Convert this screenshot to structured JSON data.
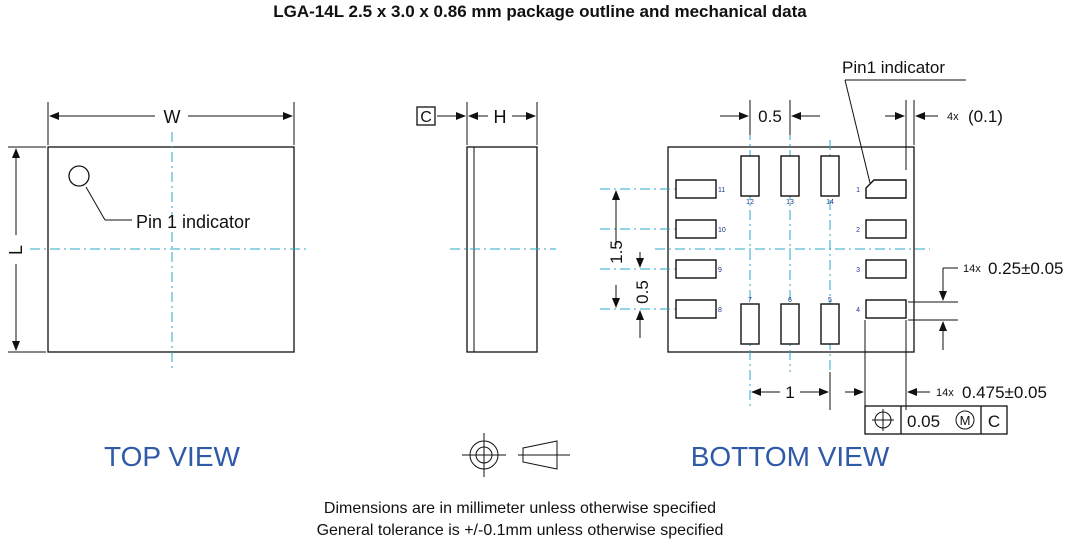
{
  "title": "LGA-14L 2.5 x 3.0 x 0.86 mm package outline and mechanical data",
  "top_view": {
    "label": "TOP VIEW",
    "dim_w": "W",
    "dim_l": "L",
    "pin1_label": "Pin 1 indicator"
  },
  "side_view": {
    "datum": "C",
    "dim_h": "H"
  },
  "bottom_view": {
    "label": "BOTTOM VIEW",
    "pin1_label": "Pin1 indicator",
    "dim_pitch": "0.5",
    "dim_corner_prefix": "4x",
    "dim_corner": "(0.1)",
    "dim_vert_span": "1.5",
    "dim_vert_pitch": "0.5",
    "dim_horiz_span": "1",
    "dim_pad_width_prefix": "14x",
    "dim_pad_width": "0.25±0.05",
    "dim_pad_length_prefix": "14x",
    "dim_pad_length": "0.475±0.05",
    "tolerance_value": "0.05",
    "tolerance_modifier": "M",
    "tolerance_datum": "C",
    "pin_numbers": [
      "1",
      "2",
      "3",
      "4",
      "5",
      "6",
      "7",
      "8",
      "9",
      "10",
      "11",
      "12",
      "13",
      "14"
    ]
  },
  "notes": [
    "Dimensions are in millimeter unless otherwise specified",
    "General tolerance is +/-0.1mm unless otherwise specified"
  ]
}
